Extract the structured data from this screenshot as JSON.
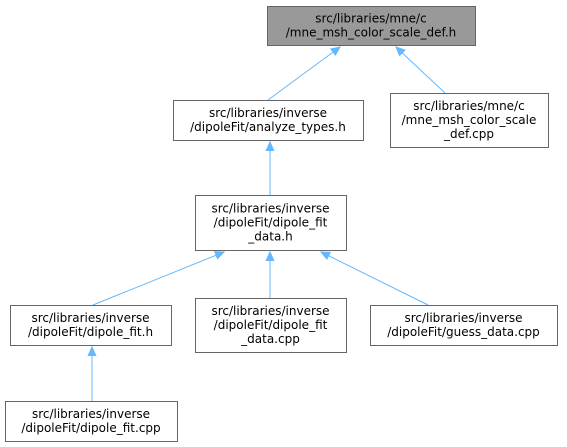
{
  "colors": {
    "edge": "#63b8ff",
    "root_fill": "#999999",
    "node_fill": "#ffffff",
    "border": "#666666",
    "root_border": "#666666"
  },
  "nodes": [
    {
      "id": "n0",
      "root": true,
      "lines": [
        "src/libraries/mne/c",
        "/mne_msh_color_scale_def.h"
      ]
    },
    {
      "id": "n1",
      "root": false,
      "lines": [
        "src/libraries/inverse",
        "/dipoleFit/analyze_types.h"
      ]
    },
    {
      "id": "n2",
      "root": false,
      "lines": [
        "src/libraries/mne/c",
        "/mne_msh_color_scale",
        "_def.cpp"
      ]
    },
    {
      "id": "n3",
      "root": false,
      "lines": [
        "src/libraries/inverse",
        "/dipoleFit/dipole_fit",
        "_data.h"
      ]
    },
    {
      "id": "n4",
      "root": false,
      "lines": [
        "src/libraries/inverse",
        "/dipoleFit/dipole_fit.h"
      ]
    },
    {
      "id": "n5",
      "root": false,
      "lines": [
        "src/libraries/inverse",
        "/dipoleFit/dipole_fit",
        "_data.cpp"
      ]
    },
    {
      "id": "n6",
      "root": false,
      "lines": [
        "src/libraries/inverse",
        "/dipoleFit/guess_data.cpp"
      ]
    },
    {
      "id": "n7",
      "root": false,
      "lines": [
        "src/libraries/inverse",
        "/dipoleFit/dipole_fit.cpp"
      ]
    }
  ],
  "edges": [
    {
      "from": "n1",
      "to": "n0"
    },
    {
      "from": "n2",
      "to": "n0"
    },
    {
      "from": "n3",
      "to": "n1"
    },
    {
      "from": "n4",
      "to": "n3"
    },
    {
      "from": "n5",
      "to": "n3"
    },
    {
      "from": "n6",
      "to": "n3"
    },
    {
      "from": "n7",
      "to": "n4"
    }
  ]
}
